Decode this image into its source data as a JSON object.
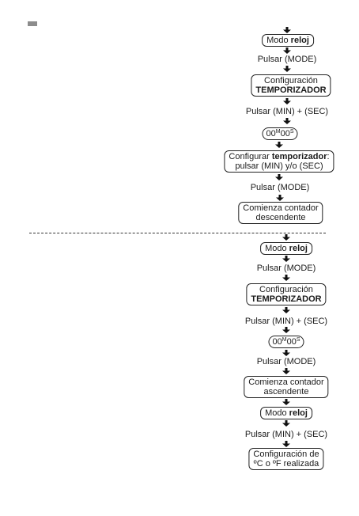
{
  "flow_top": {
    "modo_reloj": {
      "pre": "Modo ",
      "bold": "reloj"
    },
    "pulsar_mode_1": "Pulsar (MODE)",
    "config_temp": {
      "line1": "Configuración",
      "line2": "TEMPORIZADOR"
    },
    "pulsar_min_sec": "Pulsar (MIN) + (SEC)",
    "display": {
      "d1": "00",
      "s1": "M",
      "d2": "00",
      "s2": "S"
    },
    "configurar": {
      "pre": "Configurar ",
      "bold": "temporizador",
      "post": ":",
      "line2": "pulsar (MIN) y/o (SEC)"
    },
    "pulsar_mode_2": "Pulsar (MODE)",
    "comienza_desc": {
      "line1": "Comienza contador",
      "line2": "descendente"
    }
  },
  "flow_bottom": {
    "modo_reloj": {
      "pre": "Modo ",
      "bold": "reloj"
    },
    "pulsar_mode_1": "Pulsar (MODE)",
    "config_temp": {
      "line1": "Configuración",
      "line2": "TEMPORIZADOR"
    },
    "pulsar_min_sec": "Pulsar (MIN) + (SEC)",
    "display": {
      "d1": "00",
      "s1": "M",
      "d2": "00",
      "s2": "S"
    },
    "pulsar_mode_2": "Pulsar (MODE)",
    "comienza_asc": {
      "line1": "Comienza contador",
      "line2": "ascendente"
    },
    "modo_reloj_2": {
      "pre": "Modo ",
      "bold": "reloj"
    },
    "pulsar_min_sec_2": "Pulsar (MIN) + (SEC)",
    "config_temp_unit": {
      "line1": "Configuración de",
      "line2": "ºC o ºF realizada"
    }
  }
}
